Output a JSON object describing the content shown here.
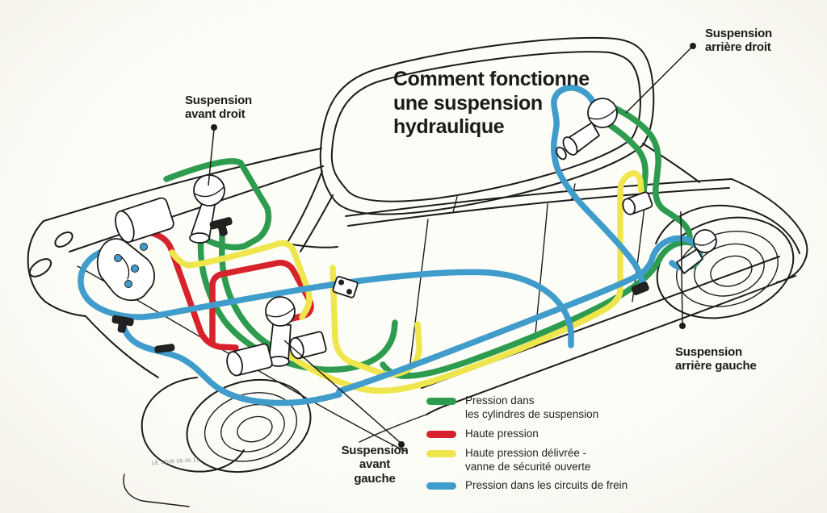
{
  "title": "Comment fonctionne\nune suspension\nhydraulique",
  "labels": {
    "front_right": "Suspension\navant droit",
    "rear_right": "Suspension\narrière droit",
    "rear_left": "Suspension\narrière gauche",
    "front_left": "Suspension\navant gauche"
  },
  "legend": {
    "items": [
      {
        "key": "suspension-cylinder-pressure",
        "color": "#2e9c4f",
        "label": "Pression dans\nles cylindres de suspension"
      },
      {
        "key": "high-pressure",
        "color": "#d7222b",
        "label": "Haute pression"
      },
      {
        "key": "high-pressure-delivered",
        "color": "#efe64d",
        "label": "Haute pression délivrée -\nvanne de sécurité ouverte"
      },
      {
        "key": "brake-circuit-pressure",
        "color": "#3f9ccb",
        "label": "Pression dans les circuits de frein"
      }
    ]
  },
  "credit": "LE SOIR 09.06.17",
  "colors": {
    "green": "#2e9c4f",
    "red": "#d7222b",
    "yellow": "#efe64d",
    "blue": "#3f9ccb",
    "line": "#1b1b1b",
    "background": "#fbfaf3"
  }
}
